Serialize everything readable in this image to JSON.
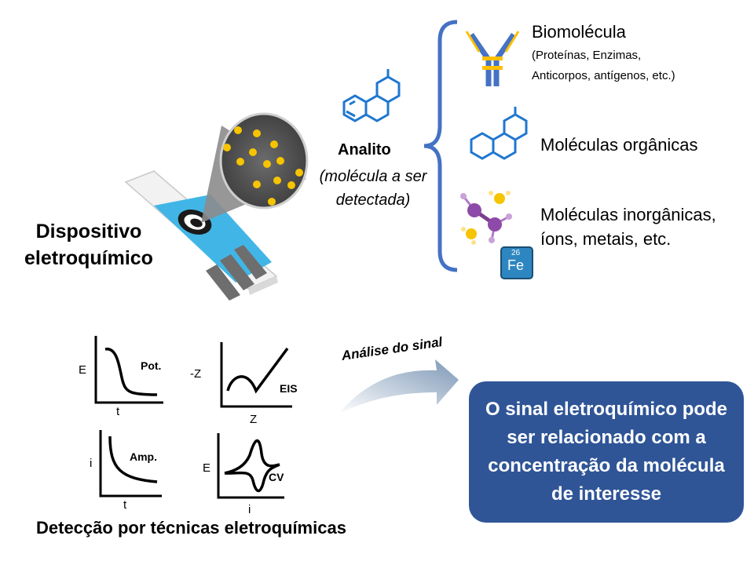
{
  "device": {
    "label_line1": "Dispositivo",
    "label_line2": "eletroquímico"
  },
  "analyte": {
    "title": "Analito",
    "subtitle_line1": "(molécula a ser",
    "subtitle_line2": "detectada)"
  },
  "categories": {
    "biomolecule": {
      "title": "Biomolécula",
      "sub_line1": "(Proteínas, Enzimas,",
      "sub_line2": "Anticorpos, antígenos, etc.)"
    },
    "organic": {
      "title": "Moléculas orgânicas"
    },
    "inorganic": {
      "line1": "Moléculas inorgânicas,",
      "line2": "íons, metais, etc."
    },
    "iron_element": {
      "number": "26",
      "symbol": "Fe"
    }
  },
  "techniques": {
    "title": "Detecção por técnicas eletroquímicas",
    "pot": {
      "name": "Pot.",
      "y_axis": "E",
      "x_axis": "t"
    },
    "eis": {
      "name": "EIS",
      "y_axis": "-Z",
      "x_axis": "Z"
    },
    "amp": {
      "name": "Amp.",
      "y_axis": "i",
      "x_axis": "t"
    },
    "cv": {
      "name": "CV",
      "y_axis": "E",
      "x_axis": "i"
    }
  },
  "signal_analysis": {
    "label": "Análise do sinal"
  },
  "result": {
    "text": "O sinal eletroquímico pode ser relacionado com a concentração da molécula de interesse"
  },
  "colors": {
    "accent_blue": "#2f5597",
    "bracket_blue": "#4472c4",
    "molecule_blue": "#1f77d0",
    "dot_yellow": "#f6c400",
    "strip_cyan": "#41b6e6",
    "arrow_gray": "#8aa3bf"
  }
}
